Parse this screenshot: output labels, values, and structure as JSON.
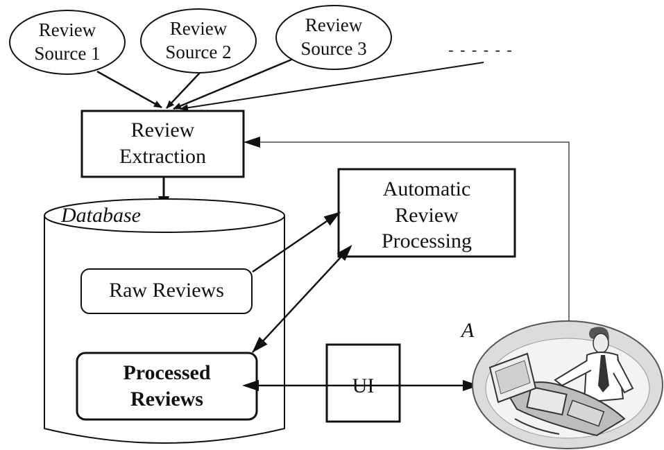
{
  "sources": [
    {
      "line1": "Review",
      "line2": "Source 1"
    },
    {
      "line1": "Review",
      "line2": "Source 2"
    },
    {
      "line1": "Review",
      "line2": "Source 3"
    }
  ],
  "more_sources": "- - - - - -",
  "extraction": {
    "line1": "Review",
    "line2": "Extraction"
  },
  "database": {
    "label": "Database"
  },
  "raw_reviews": "Raw Reviews",
  "processed": {
    "line1": "Processed",
    "line2": "Reviews"
  },
  "automatic": {
    "line1": "Automatic",
    "line2": "Review",
    "line3": "Processing"
  },
  "ui": "UI",
  "partial_letter": "A",
  "colors": {
    "line": "#111111",
    "feedback_line": "#777777",
    "background": "#ffffff"
  }
}
